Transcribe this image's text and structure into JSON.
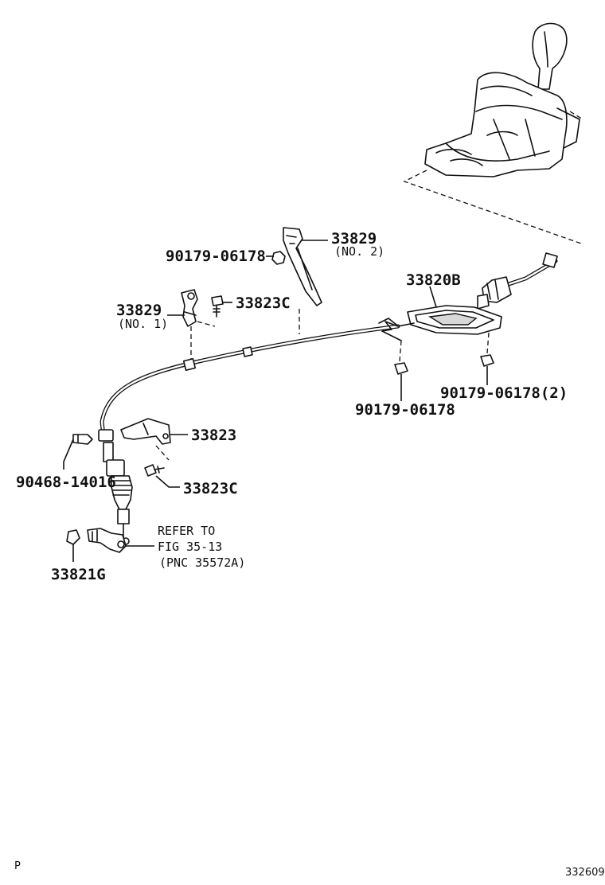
{
  "labels": {
    "p33829_no2": "33829",
    "p33829_no2_sub": "(NO. 2)",
    "p90179_top": "90179-06178",
    "p33820b": "33820B",
    "p33829_no1": "33829",
    "p33829_no1_sub": "(NO. 1)",
    "p33823c_top": "33823C",
    "p90179_mid": "90179-06178",
    "p90179_right": "90179-06178(2)",
    "p33823": "33823",
    "p90468": "90468-14016",
    "p33823c_bottom": "33823C",
    "p33821g": "33821G",
    "refer_line1": "REFER TO",
    "refer_line2": "FIG 35-13",
    "refer_line3": "(PNC 35572A)"
  },
  "corner": {
    "left_mark": "P",
    "figure_number": "332609"
  }
}
